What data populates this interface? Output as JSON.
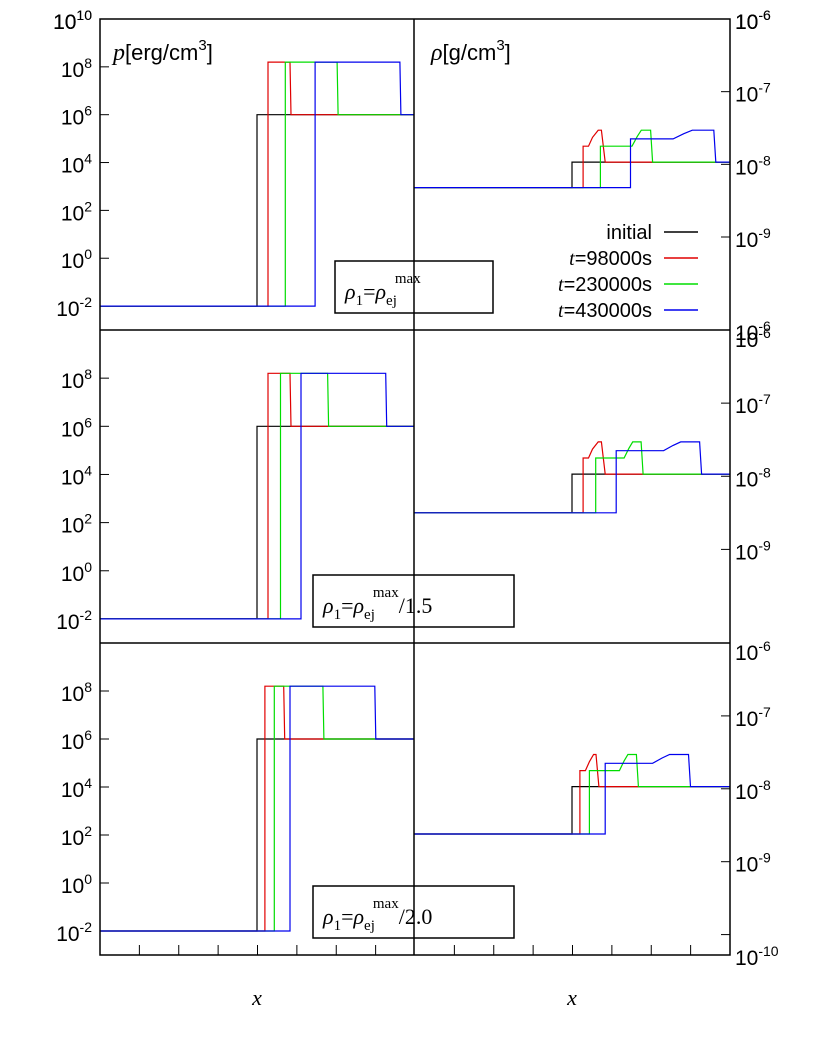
{
  "chart_data": {
    "type": "line",
    "colors": {
      "initial": "#000000",
      "t98": "#e00000",
      "t230": "#00dd00",
      "t430": "#0000ee"
    },
    "legend": {
      "placement": "inside top-right panel, lower-right",
      "entries": [
        {
          "key": "initial",
          "label": "initial",
          "prefix": "",
          "color": "#000000"
        },
        {
          "key": "t98",
          "label": "=98000s",
          "prefix": "t",
          "color": "#e00000"
        },
        {
          "key": "t230",
          "label": "=230000s",
          "prefix": "t",
          "color": "#00dd00"
        },
        {
          "key": "t430",
          "label": "=430000s",
          "prefix": "t",
          "color": "#0000ee"
        }
      ]
    },
    "xlabel": "x",
    "left_axis": {
      "scale": "log",
      "label_symbol": "p",
      "label_unit": "[erg/cm",
      "label_unit_exp": "3",
      "label_unit_end": "]",
      "ylim_exponents": [
        -3,
        10
      ],
      "tick_exponents_top": [
        -2,
        0,
        2,
        4,
        6,
        8,
        10
      ],
      "tick_exponents_other": [
        -2,
        0,
        2,
        4,
        6,
        8
      ]
    },
    "right_axis": {
      "scale": "log",
      "label_symbol": "ρ",
      "label_unit": "[g/cm",
      "label_unit_exp": "3",
      "label_unit_end": "]",
      "ylim_exponents": [
        -10,
        -6
      ],
      "tick_exponents_top": [
        -9,
        -8,
        -7,
        -6
      ],
      "tick_exponents_middle": [
        -9,
        -8,
        -7,
        -6
      ],
      "tick_exponents_bottom": [
        -10,
        -9,
        -8,
        -7
      ]
    },
    "xlim": [
      0,
      1
    ],
    "x_minor_ticks": 16,
    "pressure_levels": {
      "floor_exp": -2,
      "initial_exp": 6,
      "shocked_exp": 8.2
    },
    "panels": [
      {
        "annotation": {
          "rho": "ρ",
          "sub1": "1",
          "eq": "=",
          "rho2": "ρ",
          "sub2": "ej",
          "sup": "max",
          "tail": ""
        },
        "density": {
          "bg_exp": -8.32,
          "cloud_exp": -7.97,
          "peak_exp": -7.53,
          "plateau_exp": -7.75,
          "plateau_blue_exp": -7.65
        },
        "pressure_series": [
          {
            "key": "initial",
            "x_jump": 0.5,
            "x_shock_front": null,
            "x_shock_back": null
          },
          {
            "key": "t98",
            "x_jump": 0.5,
            "x_front": 0.535,
            "x_back": 0.605
          },
          {
            "key": "t230",
            "x_jump": 0.5,
            "x_front": 0.59,
            "x_back": 0.755
          },
          {
            "key": "t430",
            "x_jump": 0.5,
            "x_front": 0.685,
            "x_back": 0.955
          }
        ],
        "density_series": [
          {
            "key": "initial",
            "x_step": 0.5
          },
          {
            "key": "t98",
            "x_step": 0.535,
            "x_bump_start": 0.565,
            "x_bump_end": 0.605
          },
          {
            "key": "t230",
            "x_step": 0.59,
            "x_bump_start": 0.69,
            "x_bump_end": 0.755
          },
          {
            "key": "t430",
            "x_step": 0.685,
            "x_bump_start": 0.82,
            "x_bump_end": 0.955
          }
        ]
      },
      {
        "annotation": {
          "rho": "ρ",
          "sub1": "1",
          "eq": "=",
          "rho2": "ρ",
          "sub2": "ej",
          "sup": "max",
          "tail": "/1.5"
        },
        "density": {
          "bg_exp": -8.5,
          "cloud_exp": -7.97,
          "peak_exp": -7.53,
          "plateau_exp": -7.75,
          "plateau_blue_exp": -7.65
        },
        "pressure_series": [
          {
            "key": "initial",
            "x_jump": 0.5
          },
          {
            "key": "t98",
            "x_front": 0.535,
            "x_back": 0.605
          },
          {
            "key": "t230",
            "x_front": 0.575,
            "x_back": 0.725
          },
          {
            "key": "t430",
            "x_front": 0.64,
            "x_back": 0.91
          }
        ],
        "density_series": [
          {
            "key": "initial",
            "x_step": 0.5
          },
          {
            "key": "t98",
            "x_step": 0.535,
            "x_bump_start": 0.565,
            "x_bump_end": 0.605
          },
          {
            "key": "t230",
            "x_step": 0.575,
            "x_bump_start": 0.665,
            "x_bump_end": 0.725
          },
          {
            "key": "t430",
            "x_step": 0.64,
            "x_bump_start": 0.79,
            "x_bump_end": 0.91
          }
        ]
      },
      {
        "annotation": {
          "rho": "ρ",
          "sub1": "1",
          "eq": "=",
          "rho2": "ρ",
          "sub2": "ej",
          "sup": "max",
          "tail": "/2.0"
        },
        "density": {
          "bg_exp": -8.62,
          "cloud_exp": -7.97,
          "peak_exp": -7.53,
          "plateau_exp": -7.75,
          "plateau_blue_exp": -7.65
        },
        "pressure_series": [
          {
            "key": "initial",
            "x_jump": 0.5
          },
          {
            "key": "t98",
            "x_front": 0.525,
            "x_back": 0.585
          },
          {
            "key": "t230",
            "x_front": 0.555,
            "x_back": 0.71
          },
          {
            "key": "t430",
            "x_front": 0.605,
            "x_back": 0.875
          }
        ],
        "density_series": [
          {
            "key": "initial",
            "x_step": 0.5
          },
          {
            "key": "t98",
            "x_step": 0.525,
            "x_bump_start": 0.555,
            "x_bump_end": 0.585
          },
          {
            "key": "t230",
            "x_step": 0.555,
            "x_bump_start": 0.65,
            "x_bump_end": 0.71
          },
          {
            "key": "t430",
            "x_step": 0.605,
            "x_bump_start": 0.755,
            "x_bump_end": 0.875
          }
        ]
      }
    ]
  }
}
